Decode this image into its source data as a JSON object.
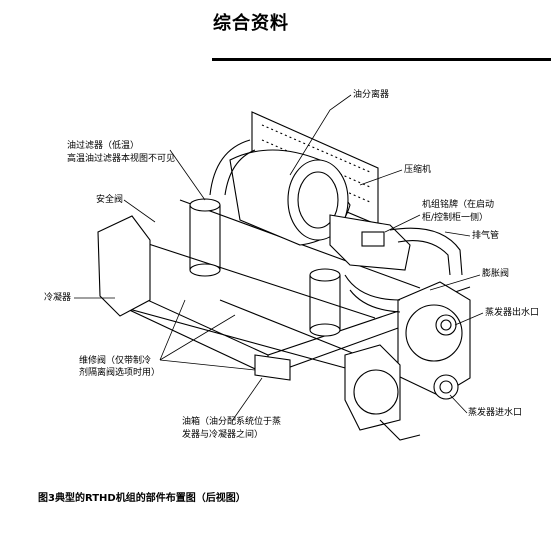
{
  "header": {
    "title": "综合资料"
  },
  "labels": {
    "oil_separator": "油分离器",
    "oil_filter_line1": "油过滤器（低温）",
    "oil_filter_line2": "高温油过滤器本视图不可见",
    "compressor": "压缩机",
    "safety_valve": "安全阀",
    "nameplate_line1": "机组铭牌（在启动",
    "nameplate_line2": "柜/控制柜一侧）",
    "discharge_pipe": "排气管",
    "expansion_valve": "膨胀阀",
    "condenser": "冷凝器",
    "evap_outlet": "蒸发器出水口",
    "service_valve_line1": "维修阀（仅带制冷",
    "service_valve_line2": "剂隔离阀选项时用）",
    "evap_inlet": "蒸发器进水口",
    "oil_sump_line1": "油箱（油分配系统位于蒸",
    "oil_sump_line2": "发器与冷凝器之间）"
  },
  "caption": "图3典型的RTHD机组的部件布置图（后视图）"
}
